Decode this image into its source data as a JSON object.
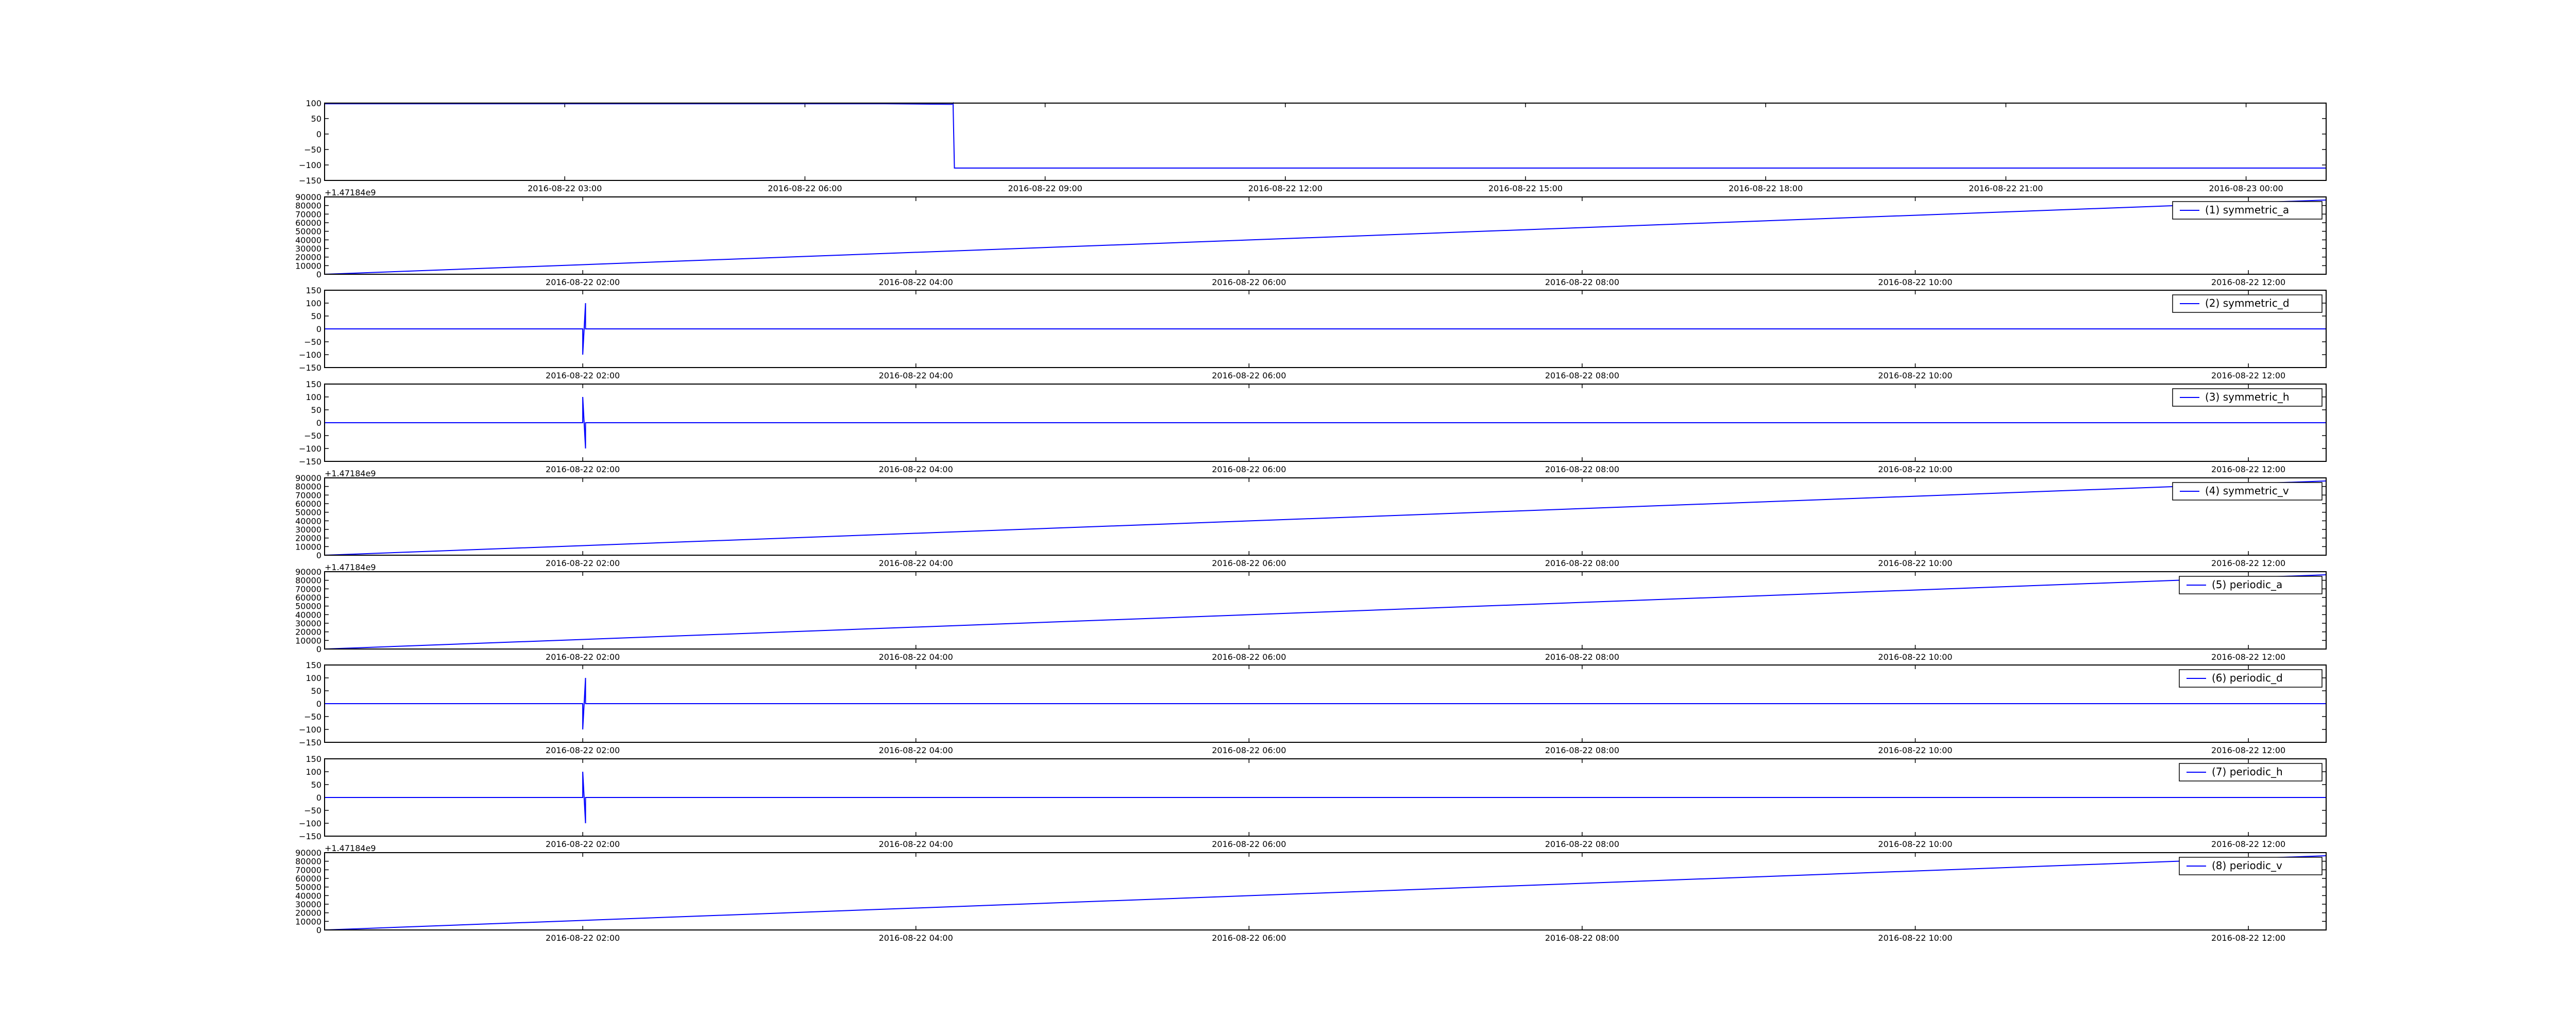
{
  "figure": {
    "background": "#ffffff",
    "line_color": "#0000ff",
    "axes_color": "#000000"
  },
  "chart_data": [
    {
      "type": "line",
      "legend": null,
      "offset_label": "",
      "ylim": [
        -150,
        100
      ],
      "yticks": [
        100,
        50,
        0,
        -50,
        -100,
        -150
      ],
      "xlim": [
        "2016-08-22 00:00",
        "2016-08-23 01:00"
      ],
      "xticks": [
        "2016-08-22 03:00",
        "2016-08-22 06:00",
        "2016-08-22 09:00",
        "2016-08-22 12:00",
        "2016-08-22 15:00",
        "2016-08-22 18:00",
        "2016-08-22 21:00",
        "2016-08-23 00:00"
      ],
      "series": [
        {
          "x": [
            "2016-08-22 00:00",
            "2016-08-22 07:00",
            "2016-08-22 07:50",
            "2016-08-22 07:51",
            "2016-08-22 07:52",
            "2016-08-23 01:00"
          ],
          "y": [
            98,
            98,
            96,
            100,
            -110,
            -110
          ]
        }
      ]
    },
    {
      "type": "line",
      "legend": "(1) symmetric_a",
      "offset_label": "+1.47184e9",
      "ylim": [
        0,
        90000
      ],
      "yticks": [
        90000,
        80000,
        70000,
        60000,
        50000,
        40000,
        30000,
        20000,
        10000,
        0
      ],
      "xlim": [
        "2016-08-22 00:27",
        "2016-08-22 12:28"
      ],
      "xticks": [
        "2016-08-22 02:00",
        "2016-08-22 04:00",
        "2016-08-22 06:00",
        "2016-08-22 08:00",
        "2016-08-22 10:00",
        "2016-08-22 12:00"
      ],
      "series": [
        {
          "x": [
            "2016-08-22 00:27",
            "2016-08-22 12:28"
          ],
          "y": [
            0,
            86400
          ]
        }
      ]
    },
    {
      "type": "line",
      "legend": "(2) symmetric_d",
      "offset_label": "",
      "ylim": [
        -150,
        150
      ],
      "yticks": [
        150,
        100,
        50,
        0,
        -50,
        -100,
        -150
      ],
      "xlim": [
        "2016-08-22 00:27",
        "2016-08-22 12:28"
      ],
      "xticks": [
        "2016-08-22 02:00",
        "2016-08-22 04:00",
        "2016-08-22 06:00",
        "2016-08-22 08:00",
        "2016-08-22 10:00",
        "2016-08-22 12:00"
      ],
      "series": [
        {
          "x": [
            "2016-08-22 00:27",
            "2016-08-22 02:00",
            "2016-08-22 02:00",
            "2016-08-22 02:01",
            "2016-08-22 02:01",
            "2016-08-22 12:28"
          ],
          "y": [
            0,
            0,
            -100,
            100,
            0,
            0
          ]
        }
      ]
    },
    {
      "type": "line",
      "legend": "(3) symmetric_h",
      "offset_label": "",
      "ylim": [
        -150,
        150
      ],
      "yticks": [
        150,
        100,
        50,
        0,
        -50,
        -100,
        -150
      ],
      "xlim": [
        "2016-08-22 00:27",
        "2016-08-22 12:28"
      ],
      "xticks": [
        "2016-08-22 02:00",
        "2016-08-22 04:00",
        "2016-08-22 06:00",
        "2016-08-22 08:00",
        "2016-08-22 10:00",
        "2016-08-22 12:00"
      ],
      "series": [
        {
          "x": [
            "2016-08-22 00:27",
            "2016-08-22 02:00",
            "2016-08-22 02:00",
            "2016-08-22 02:01",
            "2016-08-22 02:01",
            "2016-08-22 12:28"
          ],
          "y": [
            0,
            0,
            100,
            -100,
            0,
            0
          ]
        }
      ]
    },
    {
      "type": "line",
      "legend": "(4) symmetric_v",
      "offset_label": "+1.47184e9",
      "ylim": [
        0,
        90000
      ],
      "yticks": [
        90000,
        80000,
        70000,
        60000,
        50000,
        40000,
        30000,
        20000,
        10000,
        0
      ],
      "xlim": [
        "2016-08-22 00:27",
        "2016-08-22 12:28"
      ],
      "xticks": [
        "2016-08-22 02:00",
        "2016-08-22 04:00",
        "2016-08-22 06:00",
        "2016-08-22 08:00",
        "2016-08-22 10:00",
        "2016-08-22 12:00"
      ],
      "series": [
        {
          "x": [
            "2016-08-22 00:27",
            "2016-08-22 12:28"
          ],
          "y": [
            0,
            86400
          ]
        }
      ]
    },
    {
      "type": "line",
      "legend": "(5) periodic_a",
      "offset_label": "+1.47184e9",
      "ylim": [
        0,
        90000
      ],
      "yticks": [
        90000,
        80000,
        70000,
        60000,
        50000,
        40000,
        30000,
        20000,
        10000,
        0
      ],
      "xlim": [
        "2016-08-22 00:27",
        "2016-08-22 12:28"
      ],
      "xticks": [
        "2016-08-22 02:00",
        "2016-08-22 04:00",
        "2016-08-22 06:00",
        "2016-08-22 08:00",
        "2016-08-22 10:00",
        "2016-08-22 12:00"
      ],
      "series": [
        {
          "x": [
            "2016-08-22 00:27",
            "2016-08-22 12:28"
          ],
          "y": [
            0,
            86400
          ]
        }
      ]
    },
    {
      "type": "line",
      "legend": "(6) periodic_d",
      "offset_label": "",
      "ylim": [
        -150,
        150
      ],
      "yticks": [
        150,
        100,
        50,
        0,
        -50,
        -100,
        -150
      ],
      "xlim": [
        "2016-08-22 00:27",
        "2016-08-22 12:28"
      ],
      "xticks": [
        "2016-08-22 02:00",
        "2016-08-22 04:00",
        "2016-08-22 06:00",
        "2016-08-22 08:00",
        "2016-08-22 10:00",
        "2016-08-22 12:00"
      ],
      "series": [
        {
          "x": [
            "2016-08-22 00:27",
            "2016-08-22 02:00",
            "2016-08-22 02:00",
            "2016-08-22 02:01",
            "2016-08-22 02:01",
            "2016-08-22 12:28"
          ],
          "y": [
            0,
            0,
            -100,
            100,
            0,
            0
          ]
        }
      ]
    },
    {
      "type": "line",
      "legend": "(7) periodic_h",
      "offset_label": "",
      "ylim": [
        -150,
        150
      ],
      "yticks": [
        150,
        100,
        50,
        0,
        -50,
        -100,
        -150
      ],
      "xlim": [
        "2016-08-22 00:27",
        "2016-08-22 12:28"
      ],
      "xticks": [
        "2016-08-22 02:00",
        "2016-08-22 04:00",
        "2016-08-22 06:00",
        "2016-08-22 08:00",
        "2016-08-22 10:00",
        "2016-08-22 12:00"
      ],
      "series": [
        {
          "x": [
            "2016-08-22 00:27",
            "2016-08-22 02:00",
            "2016-08-22 02:00",
            "2016-08-22 02:01",
            "2016-08-22 02:01",
            "2016-08-22 12:28"
          ],
          "y": [
            0,
            0,
            100,
            -100,
            0,
            0
          ]
        }
      ]
    },
    {
      "type": "line",
      "legend": "(8) periodic_v",
      "offset_label": "+1.47184e9",
      "ylim": [
        0,
        90000
      ],
      "yticks": [
        90000,
        80000,
        70000,
        60000,
        50000,
        40000,
        30000,
        20000,
        10000,
        0
      ],
      "xlim": [
        "2016-08-22 00:27",
        "2016-08-22 12:28"
      ],
      "xticks": [
        "2016-08-22 02:00",
        "2016-08-22 04:00",
        "2016-08-22 06:00",
        "2016-08-22 08:00",
        "2016-08-22 10:00",
        "2016-08-22 12:00"
      ],
      "series": [
        {
          "x": [
            "2016-08-22 00:27",
            "2016-08-22 12:28"
          ],
          "y": [
            0,
            86400
          ]
        }
      ]
    }
  ]
}
